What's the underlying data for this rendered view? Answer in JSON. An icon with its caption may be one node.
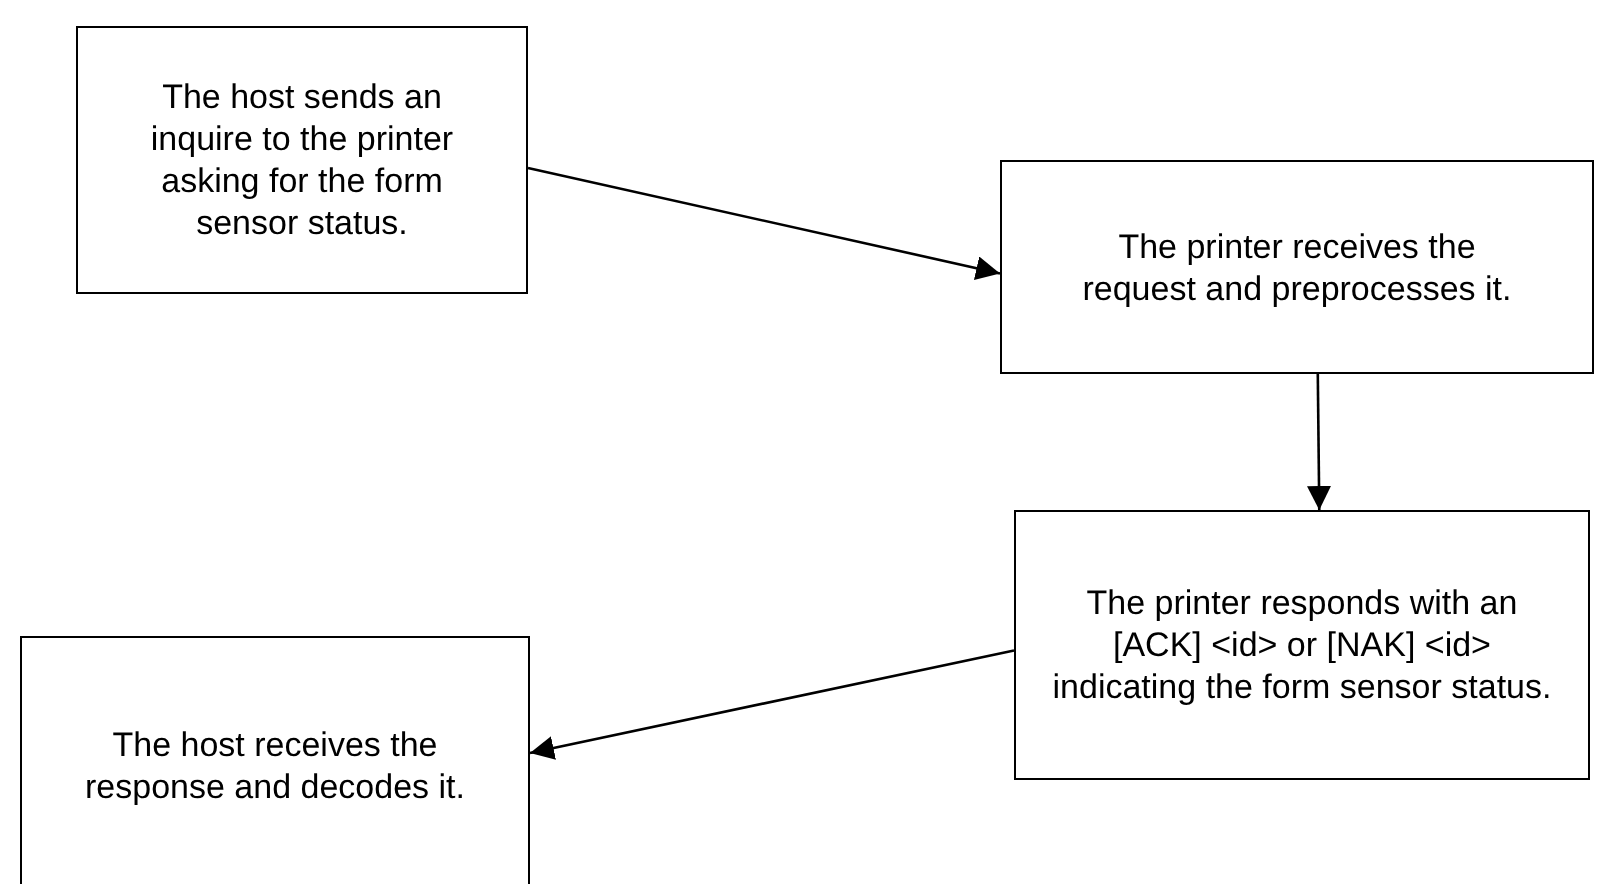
{
  "diagram": {
    "nodes": [
      {
        "text": [
          "The host sends an inquire to the printer asking for the form sensor status."
        ]
      },
      {
        "text": [
          "The printer receives the request and preprocesses it."
        ]
      },
      {
        "text": [
          "The printer responds with an [ACK] <id> or [NAK] <id> indicating the form sensor status."
        ]
      },
      {
        "text": [
          "The host receives the response and decodes it."
        ]
      }
    ],
    "edges": [
      {
        "from": 0,
        "to": 1,
        "arrow": "to"
      },
      {
        "from": 1,
        "to": 2,
        "arrow": "to"
      },
      {
        "from": 2,
        "to": 3,
        "arrow": "to"
      }
    ]
  }
}
